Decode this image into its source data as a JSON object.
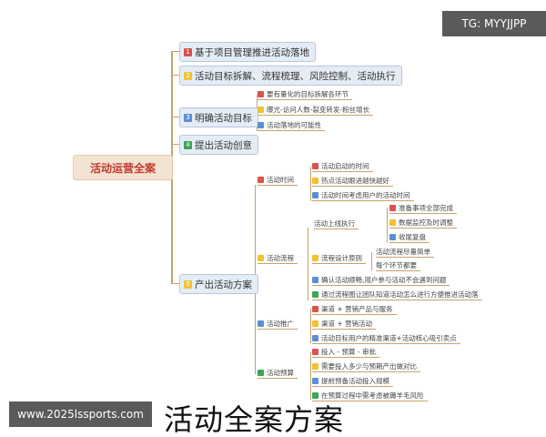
{
  "root": "活动运营全案",
  "level1": [
    {
      "n": "1",
      "label": "基于项目管理推进活动落地",
      "color": "red"
    },
    {
      "n": "2",
      "label": "活动目标拆解、流程梳理、风险控制、活动执行",
      "color": "yellow"
    },
    {
      "n": "3",
      "label": "明确活动目标",
      "color": "blue",
      "children": [
        "要有量化的目标拆解各环节",
        "曝光-访问人数-裂变转发-粉丝增长",
        "活动落地的可能性"
      ]
    },
    {
      "n": "4",
      "label": "提出活动创意",
      "color": "green"
    },
    {
      "n": "5",
      "label": "产出活动方案",
      "color": "yellow"
    }
  ],
  "plan": {
    "time": {
      "label": "活动时间",
      "children": [
        "活动启动的时间",
        "热点活动跟进越快越好",
        "活动时间考虑用户的活动时间"
      ]
    },
    "flow": {
      "label": "活动流程",
      "launch": {
        "label": "活动上线执行",
        "children": [
          "准备事项全部完成",
          "数据监控及时调整",
          "收尾复盘"
        ]
      },
      "design": {
        "label": "流程设计原则",
        "children": [
          "活动流程尽量简单",
          "每个环节都要"
        ]
      },
      "others": [
        "确认活动顺畅,用户参与活动不会遇到问题",
        "通过流程图让团队知道活动怎么进行方便推进活动落"
      ]
    },
    "promo": {
      "label": "活动推广",
      "children": [
        "渠道 + 营销产品与服务",
        "渠道 + 营销活动",
        "活动目标用户的精准渠道+活动核心吸引卖点"
      ]
    },
    "budget": {
      "label": "活动预算",
      "children": [
        "投入 - 预算 - 审批",
        "需要投入多少与预期产出做对比",
        "提前预备活动投入规模",
        "在预算过程中需考虑被薅羊毛风险"
      ]
    }
  },
  "watermarks": {
    "center": "活动全案方案",
    "tg": "TG: MYYJJPP",
    "site": "www.2025lssports.com"
  },
  "colors": {
    "red": "#d9534f",
    "yellow": "#f1c232",
    "blue": "#5b8fd5",
    "green": "#3aa657",
    "line": "#c8a26a"
  }
}
